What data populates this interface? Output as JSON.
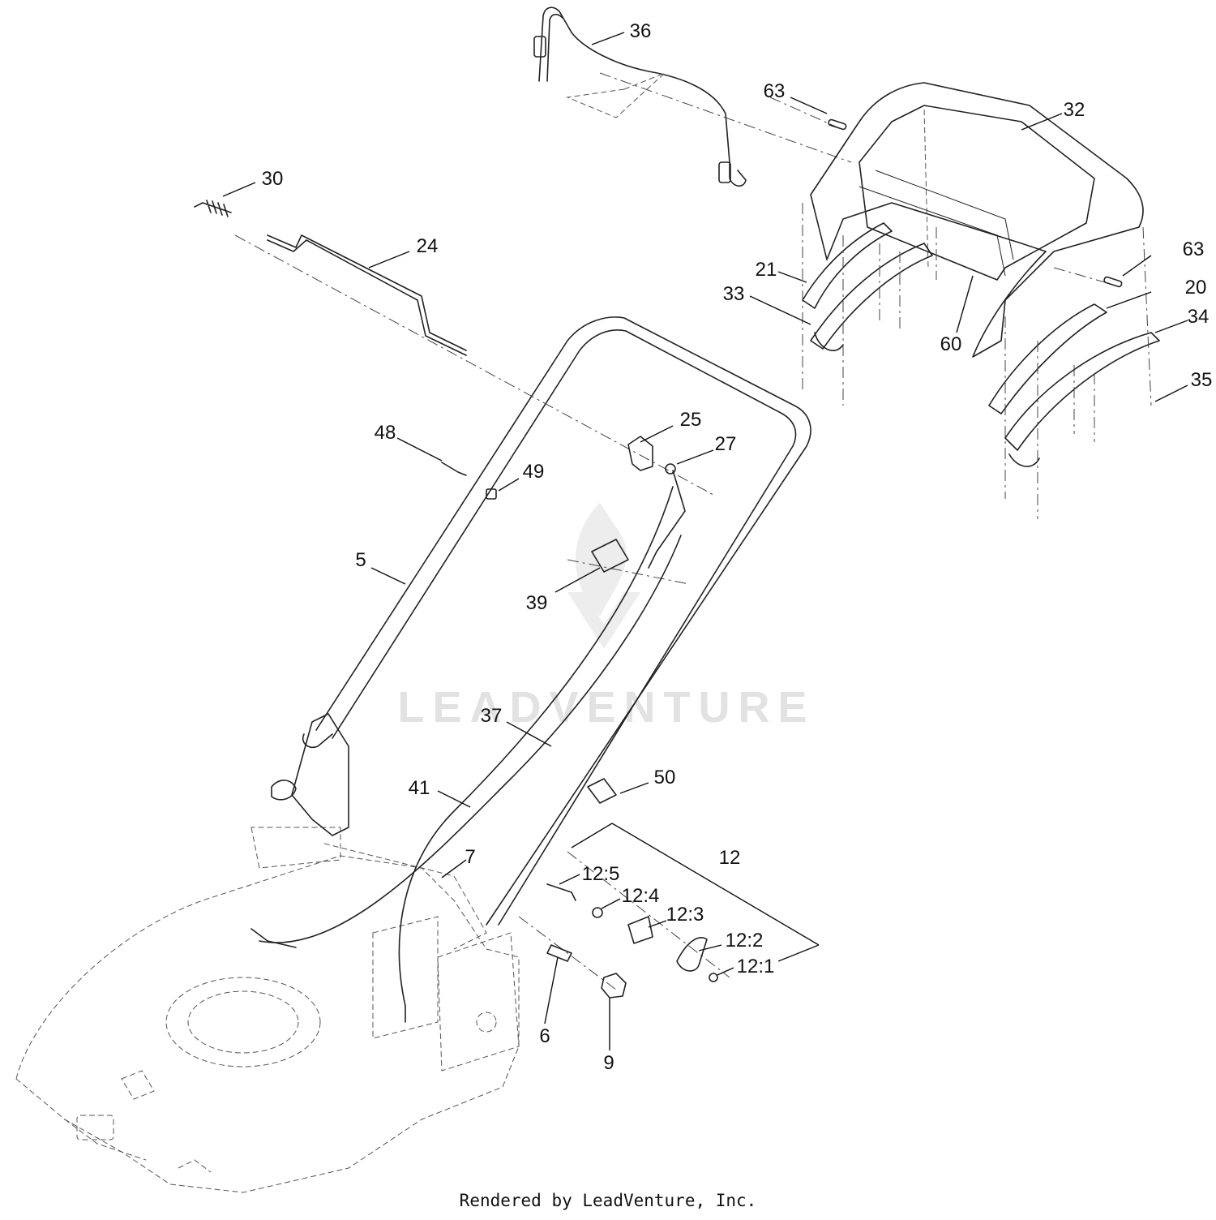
{
  "diagram": {
    "watermark": "LEADVENTURE",
    "footer": "Rendered by LeadVenture, Inc.",
    "callouts": [
      "36",
      "63",
      "32",
      "30",
      "24",
      "63",
      "21",
      "33",
      "20",
      "34",
      "60",
      "35",
      "25",
      "48",
      "27",
      "49",
      "5",
      "39",
      "37",
      "50",
      "41",
      "12",
      "7",
      "12:5",
      "12:4",
      "12:3",
      "12:2",
      "12:1",
      "6",
      "9"
    ]
  }
}
